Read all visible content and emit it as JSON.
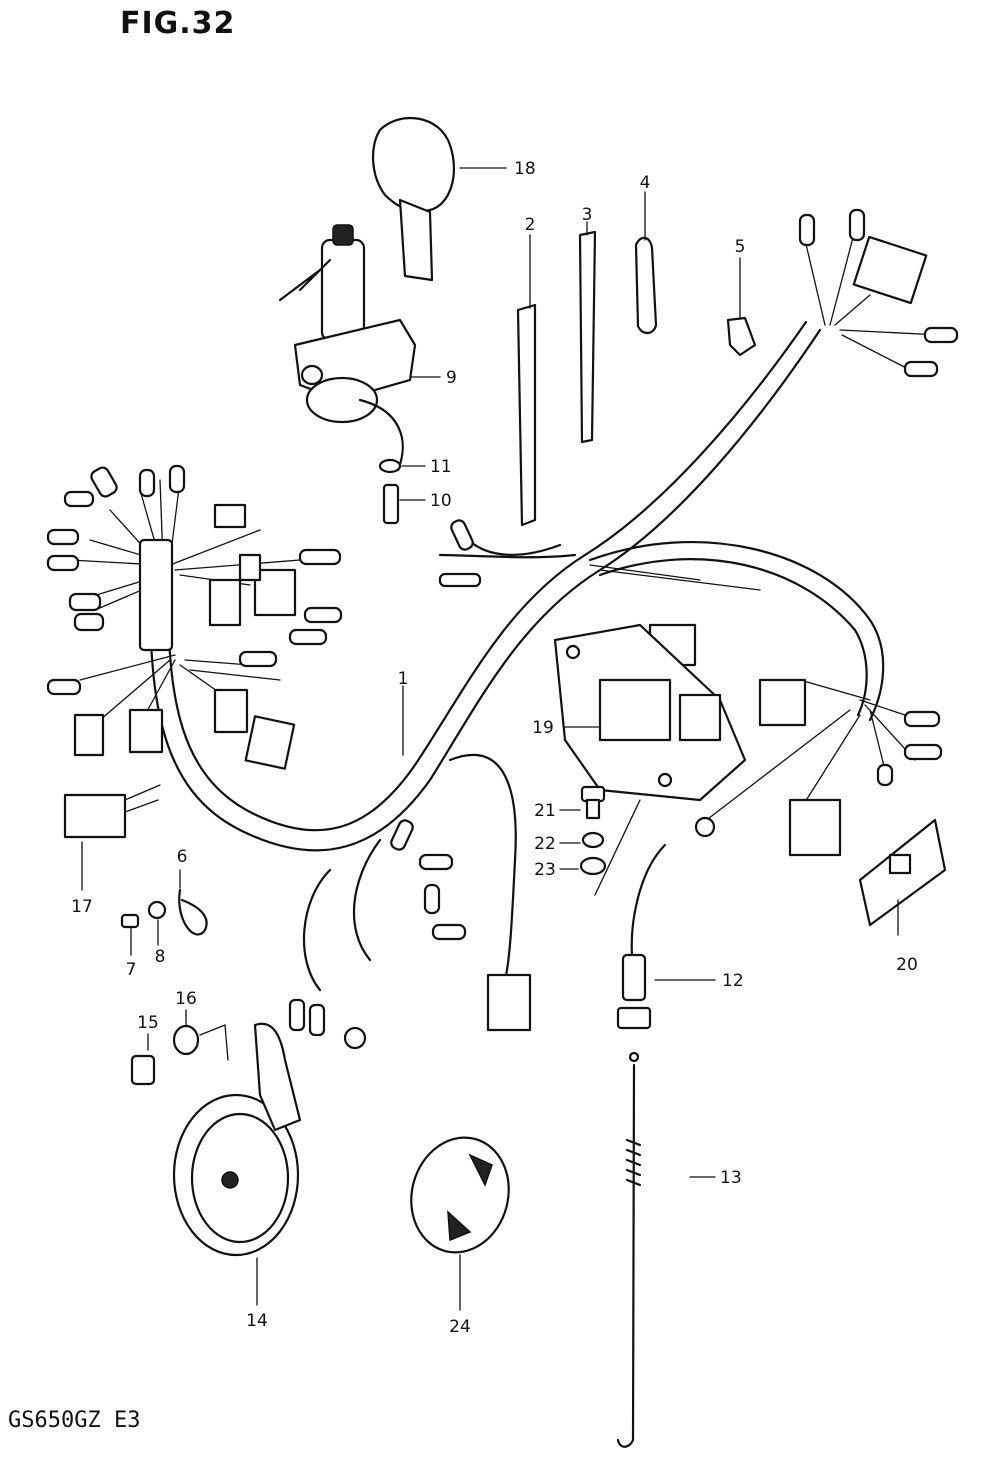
{
  "figure": {
    "title": "FIG.32",
    "model": "GS650GZ  E3"
  },
  "callouts": {
    "c1": "1",
    "c2": "2",
    "c3": "3",
    "c4": "4",
    "c5": "5",
    "c6": "6",
    "c7": "7",
    "c8": "8",
    "c9": "9",
    "c10": "10",
    "c11": "11",
    "c12": "12",
    "c13": "13",
    "c14": "14",
    "c15": "15",
    "c16": "16",
    "c17": "17",
    "c18": "18",
    "c19": "19",
    "c20": "20",
    "c21": "21",
    "c22": "22",
    "c23": "23",
    "c24": "24"
  }
}
